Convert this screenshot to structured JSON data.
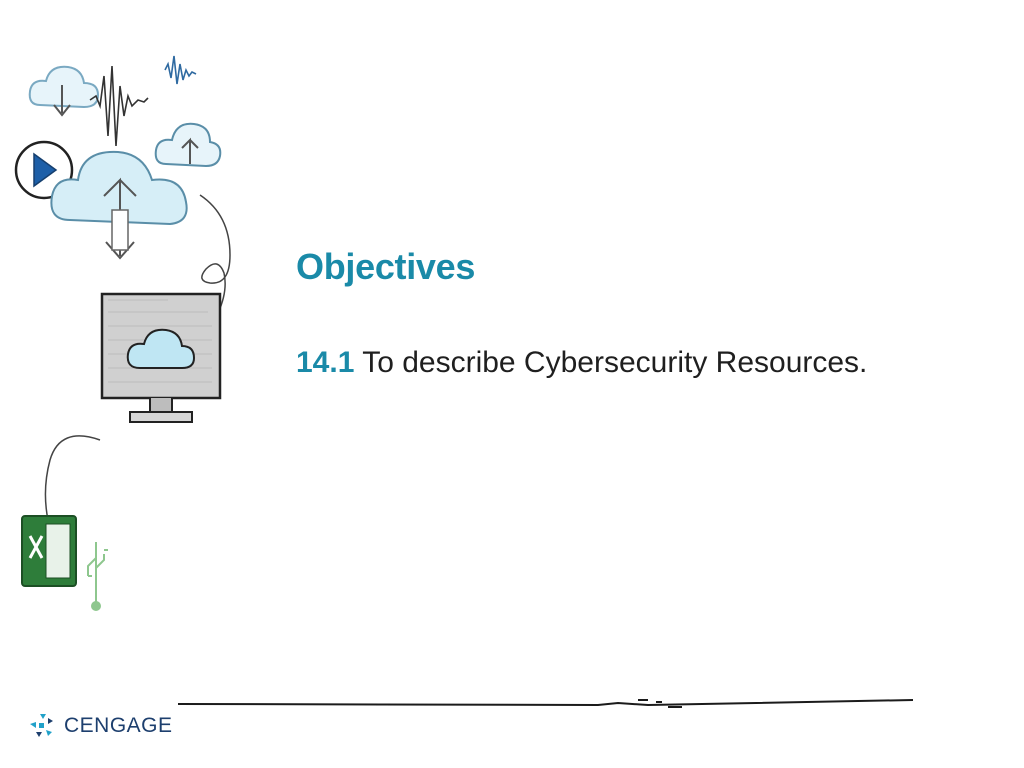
{
  "slide": {
    "heading": "Objectives",
    "objectives": [
      {
        "number": "14.1",
        "text": "To describe Cybersecurity Resources."
      }
    ]
  },
  "branding": {
    "logo_text": "CENGAGE"
  },
  "colors": {
    "accent": "#1a8aa8",
    "body_text": "#1f1f1f",
    "logo": "#1d3f6e",
    "cloud_fill": "#bfe6f3",
    "excel_green": "#2e7d3a"
  },
  "icons": [
    "cloud-upload-download-icon",
    "waveform-icon",
    "play-icon",
    "cloud-upload-icon",
    "monitor-cloud-icon",
    "excel-icon",
    "usb-icon",
    "cengage-logo-icon"
  ]
}
